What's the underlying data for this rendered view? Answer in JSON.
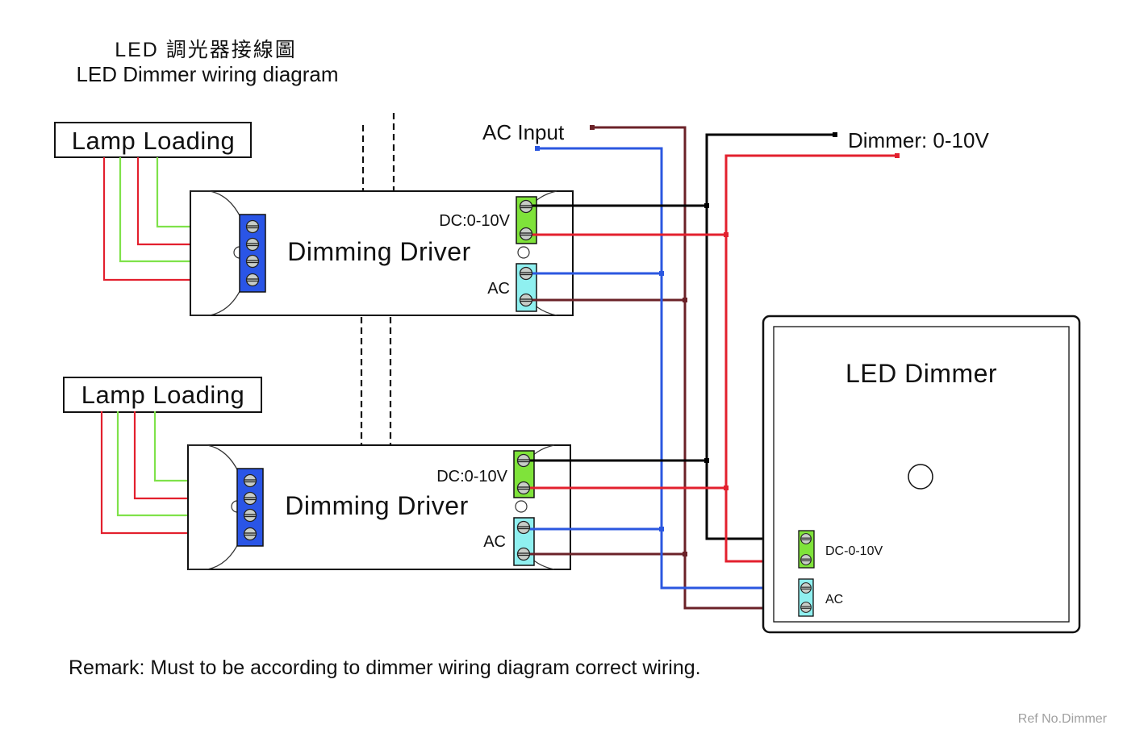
{
  "title": {
    "line1": "LED 調光器接線圖",
    "line2": "LED Dimmer wiring diagram"
  },
  "lamp_loading": [
    {
      "label": "Lamp Loading"
    },
    {
      "label": "Lamp Loading"
    }
  ],
  "drivers": [
    {
      "label": "Dimming Driver",
      "dc_label": "DC:0-10V",
      "ac_label": "AC"
    },
    {
      "label": "Dimming Driver",
      "dc_label": "DC:0-10V",
      "ac_label": "AC"
    }
  ],
  "ac_input": {
    "label": "AC Input"
  },
  "dimmer_input": {
    "label": "Dimmer: 0-10V"
  },
  "led_dimmer": {
    "title": "LED Dimmer",
    "dc_label": "DC-0-10V",
    "ac_label": "AC"
  },
  "remark": "Remark: Must to be according to dimmer wiring diagram correct wiring.",
  "ref": "Ref No.Dimmer",
  "colors": {
    "wire_red": "#e3202e",
    "wire_green": "#7fe24a",
    "wire_blue": "#2b57e0",
    "wire_brown": "#6b2228",
    "wire_black": "#000000",
    "terminal_blue": "#2a55e6",
    "terminal_green": "#7fe33a",
    "terminal_cyan": "#8ff0f0",
    "screw": "#c8cdc8",
    "ref_text": "#a0a0a0"
  }
}
